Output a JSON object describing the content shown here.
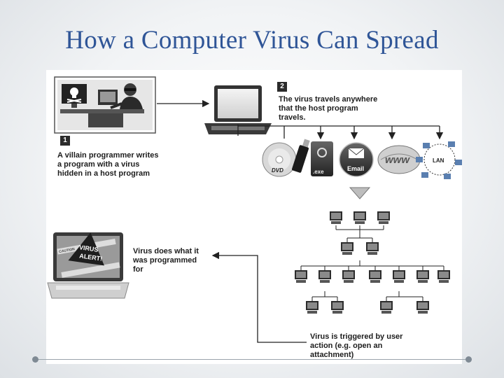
{
  "title": "How a Computer Virus Can Spread",
  "steps": {
    "step1_number": "1",
    "step1_text": "A villain programmer writes\na program with a virus\nhidden in a host program",
    "step2_number": "2",
    "step2_text": "The virus travels anywhere\nthat the host program\ntravels."
  },
  "captions": {
    "virus_action": "Virus does what it\nwas programmed\nfor",
    "trigger": "Virus is triggered by user\naction (e.g. open an\nattachment)"
  },
  "media_labels": {
    "dvd": "DVD",
    "exe": ".exe",
    "email": "Email",
    "www": "www",
    "lan": "LAN"
  },
  "alert": {
    "line1": "VIRUS",
    "line2": "ALERT!",
    "tape": "CAUTION"
  },
  "colors": {
    "title": "#2f5597",
    "ink": "#1d1d1d",
    "badge": "#2b2b2b"
  }
}
